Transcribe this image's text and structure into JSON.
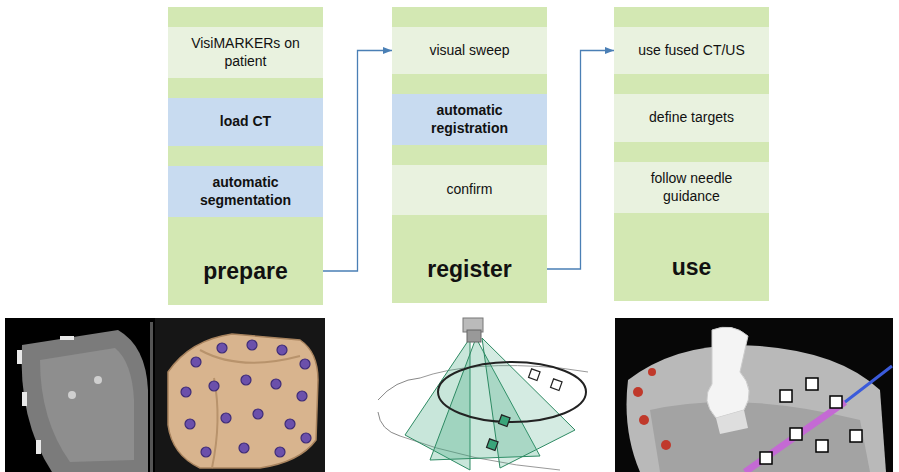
{
  "diagram": {
    "nodes": [
      {
        "text": [
          "prepare"
        ]
      },
      {
        "text": [
          "VisiMARKERs on patient"
        ],
        "in": 0
      },
      {
        "text": [
          "load CT"
        ],
        "in": 0
      },
      {
        "text": [
          "automatic segmentation"
        ],
        "in": 0
      },
      {
        "text": [
          "register"
        ]
      },
      {
        "text": [
          "visual sweep"
        ],
        "in": 4
      },
      {
        "text": [
          "automatic registration"
        ],
        "in": 4
      },
      {
        "text": [
          "confirm"
        ],
        "in": 4
      },
      {
        "text": [
          "use"
        ]
      },
      {
        "text": [
          "use fused CT/US"
        ],
        "in": 8
      },
      {
        "text": [
          "define targets"
        ],
        "in": 8
      },
      {
        "text": [
          "follow needle guidance"
        ],
        "in": 8
      }
    ],
    "edges": [
      {
        "from": 0,
        "to": 4,
        "arrow": "to"
      },
      {
        "from": 4,
        "to": 8,
        "arrow": "to"
      }
    ]
  }
}
